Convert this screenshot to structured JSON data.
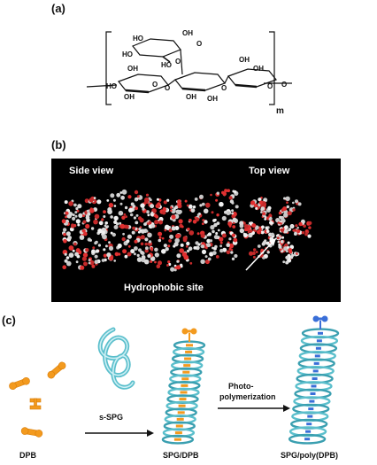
{
  "panels": {
    "a": {
      "label": "(a)",
      "repeat_unit": "m",
      "groups": [
        "OH",
        "HO",
        "HO",
        "O",
        "O",
        "HO",
        "OH",
        "OH",
        "OH",
        "O",
        "OH",
        "O",
        "HO",
        "O",
        "OH",
        "OH",
        "O",
        "O"
      ]
    },
    "b": {
      "label": "(b)",
      "side_view": "Side view",
      "top_view": "Top view",
      "site_label": "Hydrophobic site"
    },
    "c": {
      "label": "(c)",
      "dpb": "DPB",
      "sspg": "s-SPG",
      "spg_dpb": "SPG/DPB",
      "photo_line1": "Photo-",
      "photo_line2": "polymerization",
      "product": "SPG/poly(DPB)"
    }
  },
  "colors": {
    "orange": "#f39a1e",
    "blue": "#3a6fd8",
    "cyan": "#8fd6e0",
    "helix": "#5bbfcc",
    "red": "#e03030"
  }
}
